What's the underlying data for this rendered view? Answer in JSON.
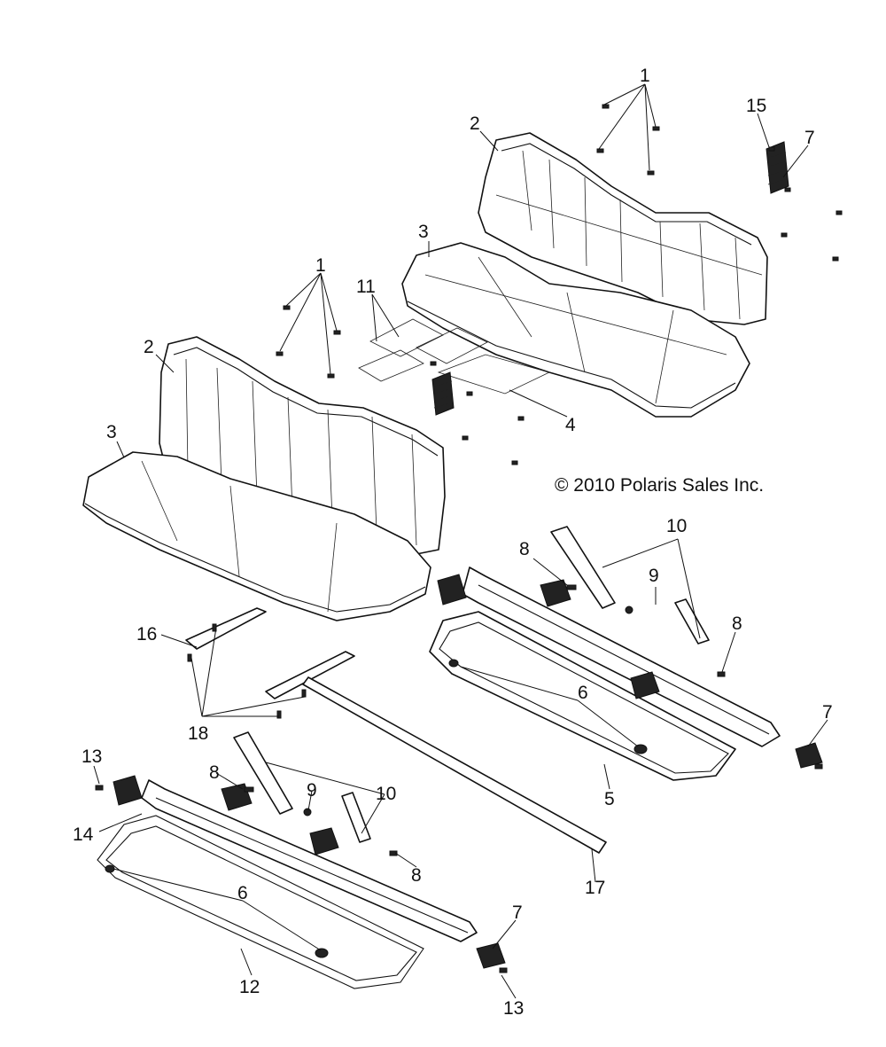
{
  "copyright": "© 2010 Polaris Sales Inc.",
  "callouts": {
    "c1a": "1",
    "c1b": "1",
    "c2a": "2",
    "c2b": "2",
    "c3a": "3",
    "c3b": "3",
    "c4": "4",
    "c5": "5",
    "c6a": "6",
    "c6b": "6",
    "c7a": "7",
    "c7b": "7",
    "c7c": "7",
    "c8a": "8",
    "c8b": "8",
    "c8c": "8",
    "c8d": "8",
    "c9a": "9",
    "c9b": "9",
    "c10a": "10",
    "c10b": "10",
    "c11": "11",
    "c12": "12",
    "c13a": "13",
    "c13b": "13",
    "c14": "14",
    "c15": "15",
    "c16": "16",
    "c17": "17",
    "c18": "18"
  }
}
